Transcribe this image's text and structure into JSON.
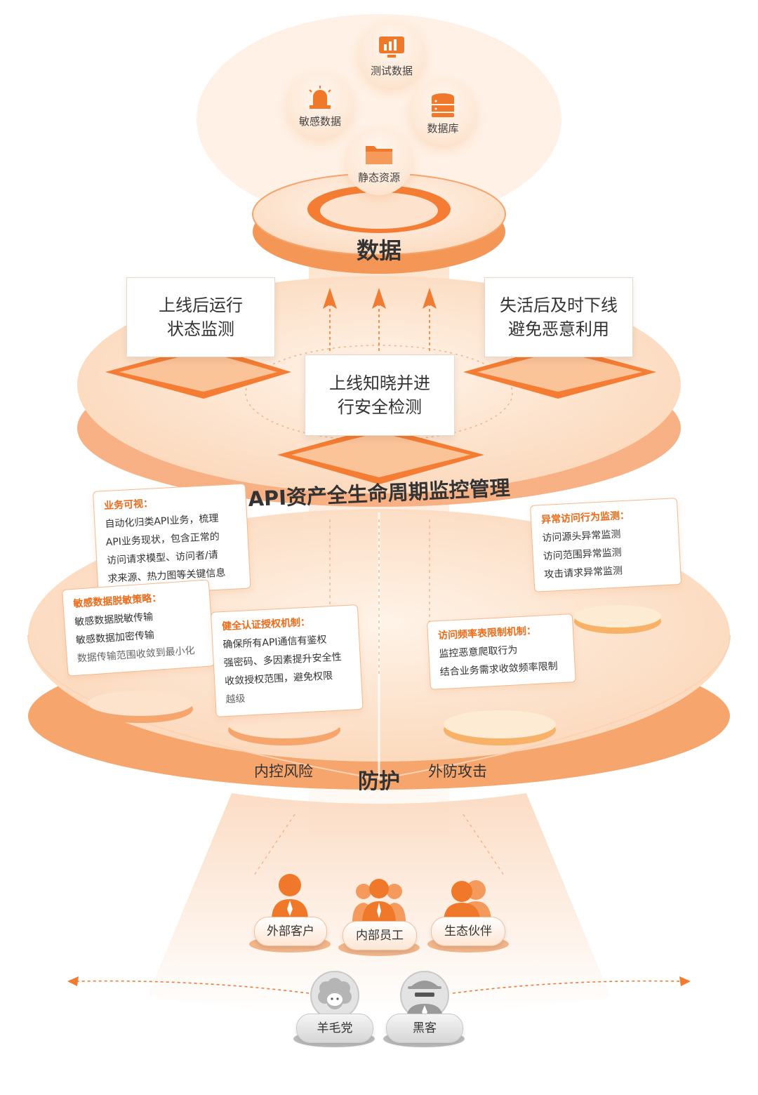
{
  "data_sources": [
    {
      "label": "测试数据",
      "icon": "monitor-chart-icon"
    },
    {
      "label": "敏感数据",
      "icon": "alarm-light-icon"
    },
    {
      "label": "数据库",
      "icon": "database-icon"
    },
    {
      "label": "静态资源",
      "icon": "folder-icon"
    }
  ],
  "data_title": "数据",
  "lifecycle": {
    "title": "API资产全生命周期监控管理",
    "boxes": [
      {
        "lines": [
          "上线后运行",
          "状态监测"
        ]
      },
      {
        "lines": [
          "失活后及时下线",
          "避免恶意利用"
        ]
      },
      {
        "lines": [
          "上线知晓并进",
          "行安全检测"
        ]
      }
    ]
  },
  "protection": {
    "title": "防护",
    "left_label": "内控风险",
    "right_label": "外防攻击",
    "cards": [
      {
        "title": "业务可视：",
        "lines": [
          "自动化归类API业务，梳理",
          "API业务现状，包含正常的",
          "访问请求模型、访问者/请",
          "求来源、热力图等关键信息"
        ]
      },
      {
        "title": "敏感数据脱敏策略：",
        "lines": [
          "敏感数据脱敏传输",
          "敏感数据加密传输",
          "数据传输范围收敛到最小化"
        ]
      },
      {
        "title": "健全认证授权机制：",
        "lines": [
          "确保所有API通信有鉴权",
          "强密码、多因素提升安全性",
          "收敛授权范围，避免权限",
          "越级"
        ]
      },
      {
        "title": "异常访问行为监测：",
        "lines": [
          "访问源头异常监测",
          "访问范围异常监测",
          "攻击请求异常监测"
        ]
      },
      {
        "title": "访问频率表限制机制：",
        "lines": [
          "监控恶意爬取行为",
          "结合业务需求收敛频率限制"
        ]
      }
    ]
  },
  "users": [
    {
      "label": "外部客户",
      "icon": "person-icon"
    },
    {
      "label": "内部员工",
      "icon": "group-icon"
    },
    {
      "label": "生态伙伴",
      "icon": "partners-icon"
    }
  ],
  "threats": [
    {
      "label": "羊毛党",
      "icon": "sheep-icon"
    },
    {
      "label": "黑客",
      "icon": "hacker-icon"
    }
  ],
  "colors": {
    "accent": "#f0782a",
    "accent_light": "#fbd3b4",
    "peach": "#fde8d7",
    "gray": "#b5b5b5"
  }
}
